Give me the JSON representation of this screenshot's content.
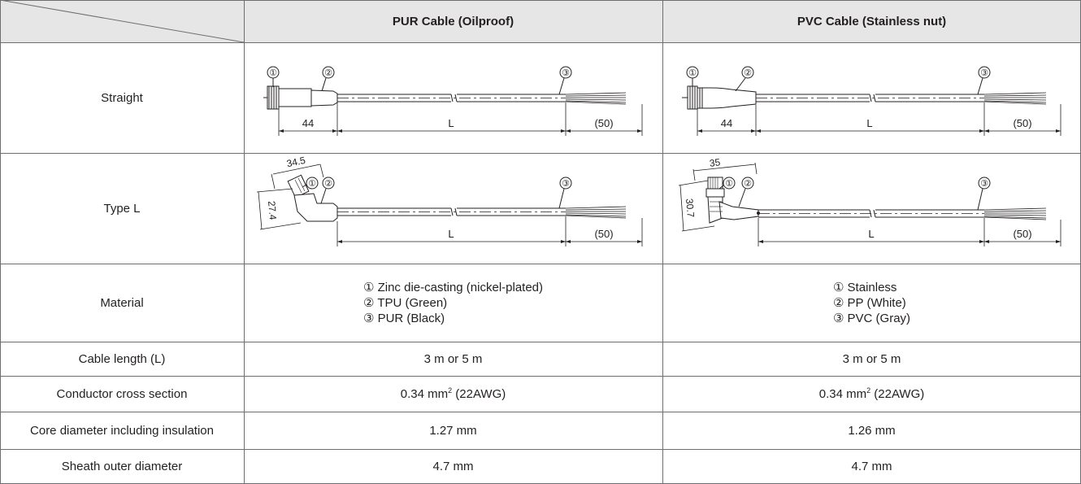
{
  "header": {
    "col_pur": "PUR Cable (Oilproof)",
    "col_pvc": "PVC Cable (Stainless nut)"
  },
  "rows": {
    "straight": {
      "label": "Straight"
    },
    "type_l": {
      "label": "Type L"
    },
    "material": {
      "label": "Material",
      "pur": [
        "① Zinc die-casting (nickel-plated)",
        "② TPU (Green)",
        "③ PUR (Black)"
      ],
      "pvc": [
        "① Stainless",
        "② PP (White)",
        "③ PVC (Gray)"
      ]
    },
    "cable_length": {
      "label": "Cable length (L)",
      "pur": "3 m or 5 m",
      "pvc": "3 m or 5 m"
    },
    "conductor": {
      "label": "Conductor cross section",
      "pur_value": "0.34 mm",
      "pur_sup": "2",
      "pur_suffix": " (22AWG)",
      "pvc_value": "0.34 mm",
      "pvc_sup": "2",
      "pvc_suffix": " (22AWG)"
    },
    "core": {
      "label": "Core diameter including insulation",
      "pur": "1.27 mm",
      "pvc": "1.26 mm"
    },
    "sheath": {
      "label": "Sheath outer diameter",
      "pur": "4.7 mm",
      "pvc": "4.7 mm"
    }
  },
  "drawings": {
    "callout_1": "①",
    "callout_2": "②",
    "callout_3": "③",
    "dim_L": "L",
    "dim_50": "(50)",
    "pur_straight_dim": "44",
    "pvc_straight_dim": "44",
    "pur_l_w": "34.5",
    "pur_l_h": "27.4",
    "pvc_l_w": "35",
    "pvc_l_h": "30.7"
  }
}
